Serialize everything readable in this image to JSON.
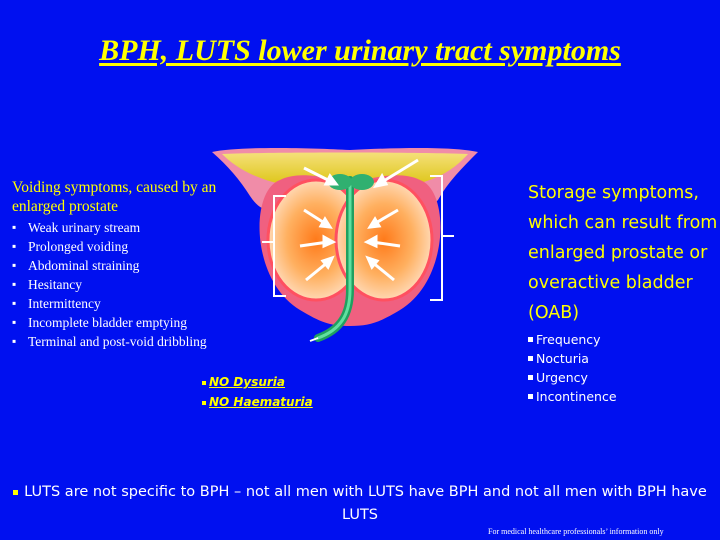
{
  "title": "BPH, LUTS lower urinary tract symptoms",
  "voiding": {
    "heading": "Voiding symptoms, caused by  an enlarged prostate",
    "items": [
      "Weak urinary stream",
      "Prolonged voiding",
      "Abdominal straining",
      "Hesitancy",
      "Intermittency",
      "Incomplete bladder emptying",
      "Terminal and post-void dribbling"
    ]
  },
  "storage": {
    "heading": "Storage symptoms, which can result from enlarged prostate or overactive bladder (OAB)",
    "items": [
      "Frequency",
      "Nocturia",
      "Urgency",
      "Incontinence"
    ]
  },
  "no_symptoms": [
    "NO Dysuria",
    "NO Haematuria"
  ],
  "footer": "LUTS are not specific to BPH – not all men with LUTS have BPH and not all men with BPH have LUTS",
  "disclaimer": "For medical healthcare professionals’ information only",
  "colors": {
    "background": "#0010f0",
    "accent": "#ffff00",
    "text": "#ffffff"
  },
  "diagram": {
    "icon": "enlarged-prostate-cross-section-illustration"
  }
}
